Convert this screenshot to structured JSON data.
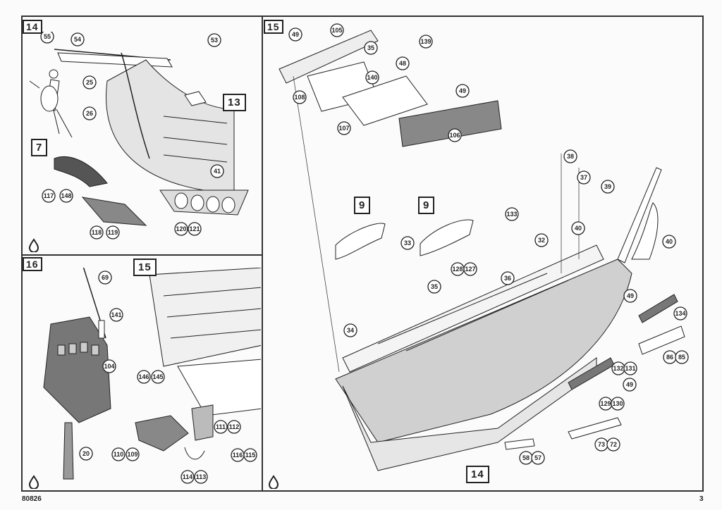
{
  "footer": {
    "code": "80826",
    "page": "3"
  },
  "panels": {
    "p14": {
      "step": "14",
      "ref_step": "7",
      "ref_13": "13"
    },
    "p15": {
      "step": "15",
      "ref_9a": "9",
      "ref_9b": "9",
      "ref_14": "14"
    },
    "p16": {
      "step": "16",
      "ref_15": "15"
    }
  },
  "callouts": {
    "p14": [
      "55",
      "54",
      "53",
      "25",
      "26",
      "41",
      "117",
      "148",
      "118",
      "119",
      "120",
      "121"
    ],
    "p15": [
      "49",
      "105",
      "35",
      "139",
      "48",
      "140",
      "49",
      "108",
      "107",
      "106",
      "38",
      "37",
      "39",
      "133",
      "33",
      "32",
      "40",
      "40",
      "128",
      "127",
      "35",
      "36",
      "34",
      "134",
      "49",
      "86",
      "85",
      "132",
      "131",
      "49",
      "129",
      "130",
      "73",
      "72",
      "58",
      "57"
    ],
    "p16": [
      "69",
      "141",
      "104",
      "146",
      "145",
      "111",
      "112",
      "116",
      "115",
      "114",
      "113",
      "110",
      "109",
      "20"
    ]
  },
  "colors": {
    "ink": "#222222",
    "paper": "#fbfbfb",
    "hull": "#d0d0d0"
  }
}
